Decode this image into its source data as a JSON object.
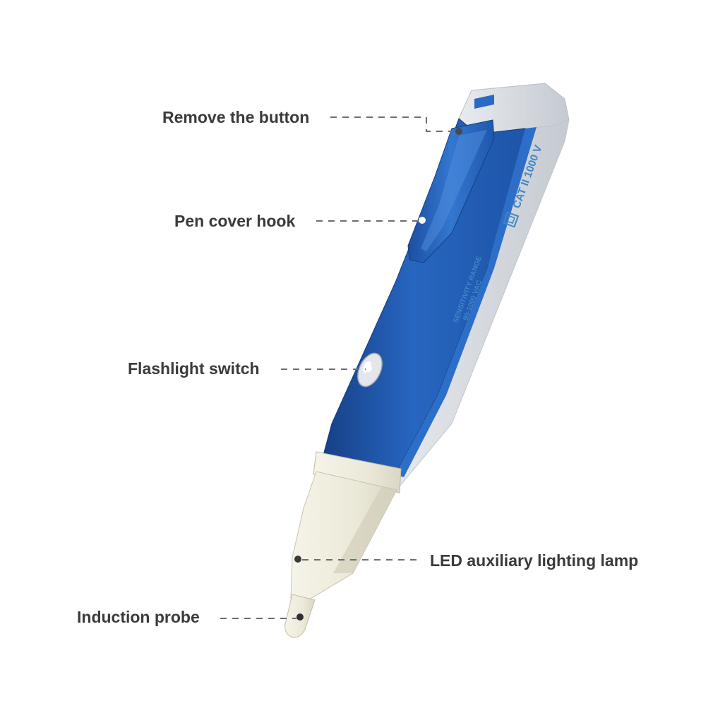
{
  "callouts": {
    "remove_button": "Remove the button",
    "pen_cover_hook": "Pen cover hook",
    "flashlight_switch": "Flashlight switch",
    "led_lamp": "LED auxiliary lighting lamp",
    "induction_probe": "Induction probe"
  },
  "pen_print": {
    "rating": "CAT II  1000 V",
    "sensitivity_line1": "SENSITIVITY RANGE",
    "sensitivity_line2": "90-1000 VAC"
  },
  "colors": {
    "body_blue": "#1f5fb4",
    "clip_blue": "#2a6ac4",
    "grey_shell": "#d9dde2",
    "tip_cream": "#f0eee0",
    "print_blue": "#3d86c8",
    "label_text": "#3a3a3a"
  }
}
